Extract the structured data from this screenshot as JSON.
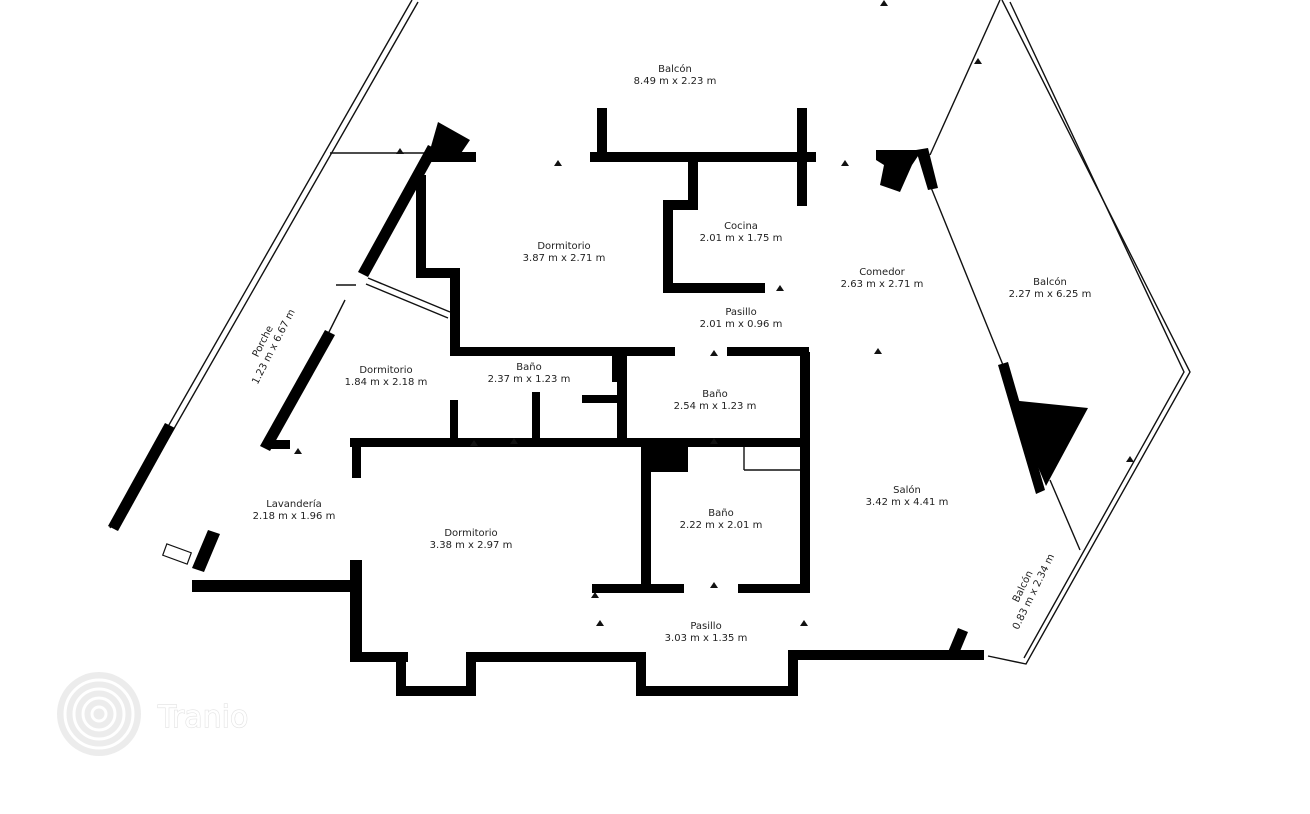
{
  "rooms": [
    {
      "name": "Balcón",
      "size": "8.49 m x 2.23 m"
    },
    {
      "name": "Cocina",
      "size": "2.01 m x 1.75 m"
    },
    {
      "name": "Dormitorio",
      "size": "3.87 m x 2.71 m"
    },
    {
      "name": "Comedor",
      "size": "2.63 m x 2.71 m"
    },
    {
      "name": "Balcón",
      "size": "2.27 m x 6.25 m"
    },
    {
      "name": "Pasillo",
      "size": "2.01 m x 0.96 m"
    },
    {
      "name": "Porche",
      "size": "1.23 m x 6.67 m"
    },
    {
      "name": "Dormitorio",
      "size": "1.84 m x 2.18 m"
    },
    {
      "name": "Baño",
      "size": "2.37 m x 1.23 m"
    },
    {
      "name": "Baño",
      "size": "2.54 m x 1.23 m"
    },
    {
      "name": "Lavandería",
      "size": "2.18 m x 1.96 m"
    },
    {
      "name": "Dormitorio",
      "size": "3.38 m x 2.97 m"
    },
    {
      "name": "Baño",
      "size": "2.22 m x 2.01 m"
    },
    {
      "name": "Salón",
      "size": "3.42 m x 4.41 m"
    },
    {
      "name": "Balcón",
      "size": "0.83 m x 2.34 m"
    },
    {
      "name": "Pasillo",
      "size": "3.03 m x 1.35 m"
    }
  ],
  "watermark": {
    "text": "Tranio"
  }
}
